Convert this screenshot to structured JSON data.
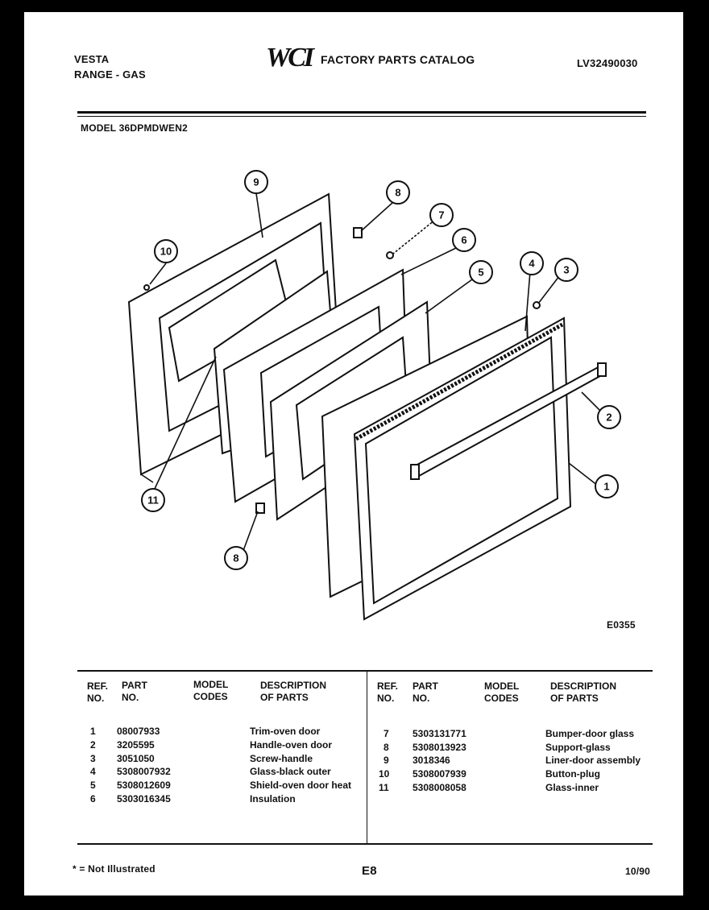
{
  "header": {
    "brand": "VESTA",
    "product": "RANGE - GAS",
    "logo": "WCI",
    "catalog_title": "FACTORY PARTS CATALOG",
    "catalog_code": "LV32490030",
    "model_label": "MODEL 36DPMDWEN2"
  },
  "diagram": {
    "code": "E0355",
    "callouts": [
      "1",
      "2",
      "3",
      "4",
      "5",
      "6",
      "7",
      "8",
      "8",
      "9",
      "10",
      "11"
    ]
  },
  "table": {
    "headers": {
      "ref": [
        "REF.",
        "NO."
      ],
      "part": [
        "PART",
        "NO."
      ],
      "model": [
        "MODEL",
        "CODES"
      ],
      "desc": [
        "DESCRIPTION",
        "OF PARTS"
      ]
    },
    "left": [
      {
        "ref": "1",
        "part": "08007933",
        "desc": "Trim-oven door"
      },
      {
        "ref": "2",
        "part": "3205595",
        "desc": "Handle-oven door"
      },
      {
        "ref": "3",
        "part": "3051050",
        "desc": "Screw-handle"
      },
      {
        "ref": "4",
        "part": "5308007932",
        "desc": "Glass-black outer"
      },
      {
        "ref": "5",
        "part": "5308012609",
        "desc": "Shield-oven door heat"
      },
      {
        "ref": "6",
        "part": "5303016345",
        "desc": "Insulation"
      }
    ],
    "right": [
      {
        "ref": "7",
        "part": "5303131771",
        "desc": "Bumper-door glass"
      },
      {
        "ref": "8",
        "part": "5308013923",
        "desc": "Support-glass"
      },
      {
        "ref": "9",
        "part": "3018346",
        "desc": "Liner-door assembly"
      },
      {
        "ref": "10",
        "part": "5308007939",
        "desc": "Button-plug"
      },
      {
        "ref": "11",
        "part": "5308008058",
        "desc": "Glass-inner"
      }
    ]
  },
  "footer": {
    "note": "* = Not Illustrated",
    "page": "E8",
    "date": "10/90"
  }
}
